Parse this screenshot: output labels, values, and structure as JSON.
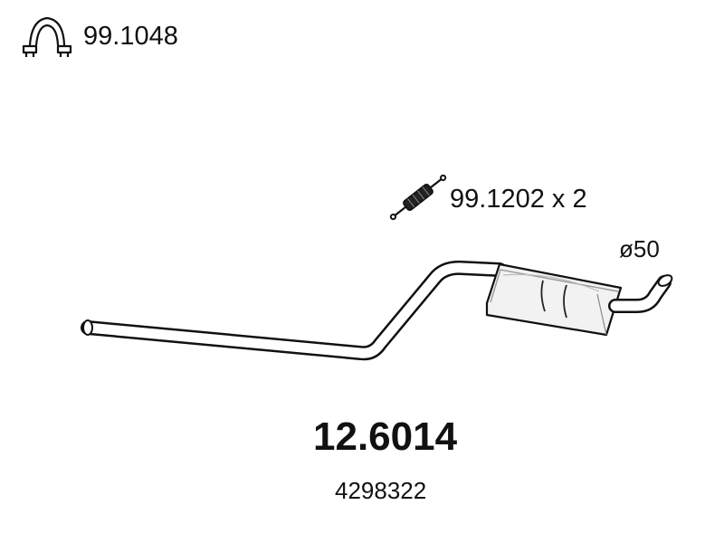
{
  "clamp": {
    "icon": "exhaust-clamp-icon",
    "part_number": "99.1048"
  },
  "hanger": {
    "icon": "rubber-hanger-icon",
    "label": "99.1202 x 2"
  },
  "pipe": {
    "diameter_label": "ø50"
  },
  "part": {
    "number": "12.6014",
    "oem_number": "4298322"
  }
}
